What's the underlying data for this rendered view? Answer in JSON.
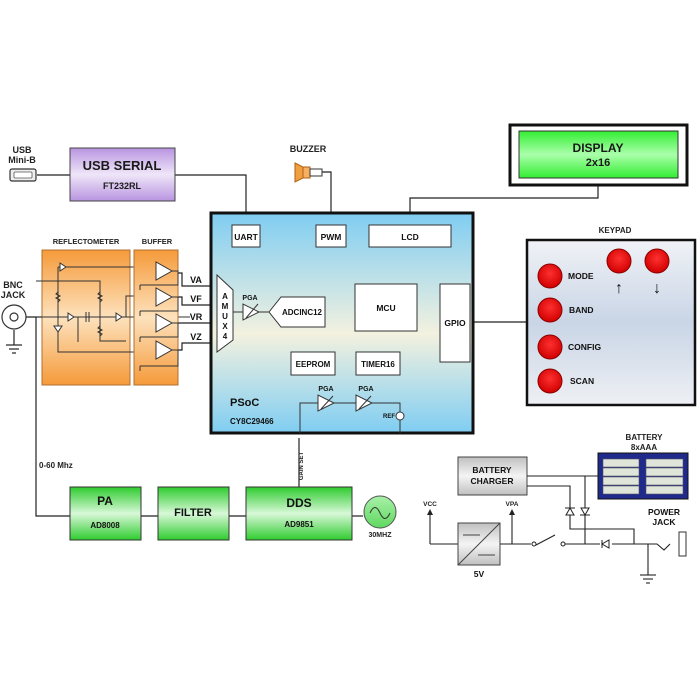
{
  "usb": {
    "label_line1": "USB",
    "label_line2": "Mini-B"
  },
  "usb_serial": {
    "title": "USB SERIAL",
    "part": "FT232RL"
  },
  "buzzer": {
    "label": "BUZZER"
  },
  "display": {
    "title": "DISPLAY",
    "subtitle": "2x16"
  },
  "bnc": {
    "label_line1": "BNC",
    "label_line2": "JACK"
  },
  "reflectometer": {
    "label": "REFLECTOMETER"
  },
  "buffer": {
    "label": "BUFFER"
  },
  "signals": [
    "VA",
    "VF",
    "VR",
    "VZ"
  ],
  "psoc": {
    "name": "PSoC",
    "part": "CY8C29466",
    "uart": "UART",
    "pwm": "PWM",
    "lcd": "LCD",
    "amux": [
      "A",
      "M",
      "U",
      "X",
      "4"
    ],
    "pga_main": "PGA",
    "adc": "ADCINC12",
    "mcu": "MCU",
    "gpio": "GPIO",
    "eeprom": "EEPROM",
    "timer": "TIMER16",
    "pga1": "PGA",
    "pga2": "PGA",
    "ref": "REF",
    "gain_set": "GAIN SET"
  },
  "keypad": {
    "label": "KEYPAD",
    "buttons": [
      "MODE",
      "BAND",
      "CONFIG",
      "SCAN"
    ],
    "up_arrow": "↑",
    "down_arrow": "↓"
  },
  "freq_range": "0-60 Mhz",
  "pa": {
    "title": "PA",
    "part": "AD8008"
  },
  "filter": {
    "title": "FILTER"
  },
  "dds": {
    "title": "DDS",
    "part": "AD9851"
  },
  "oscillator": {
    "label": "30MHZ"
  },
  "battery": {
    "label_line1": "BATTERY",
    "label_line2": "8xAAA"
  },
  "charger": {
    "line1": "BATTERY",
    "line2": "CHARGER"
  },
  "power": {
    "vcc": "VCC",
    "vpa": "VPA",
    "regulator": "5V",
    "jack_line1": "POWER",
    "jack_line2": "JACK"
  },
  "colors": {
    "psoc_blue": "#8fd3f4",
    "green": "#3ccf3c",
    "orange": "#f4a041",
    "purple": "#c9a8e6",
    "red_button": "#e81010",
    "battery_navy": "#1f2a8a"
  }
}
